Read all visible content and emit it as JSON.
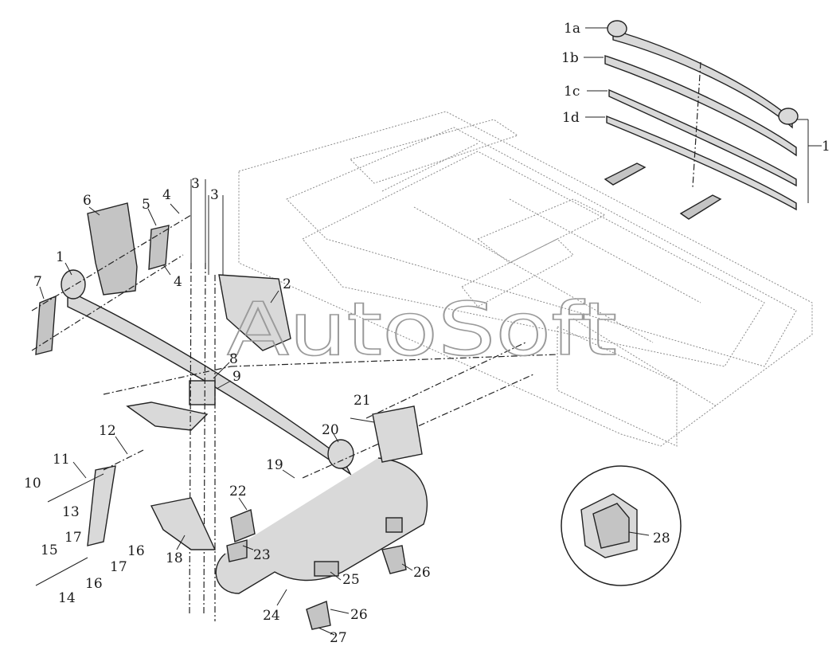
{
  "watermark": "AutoSoft",
  "callouts": {
    "l1a": "1a",
    "l1b": "1b",
    "l1c": "1c",
    "l1d": "1d",
    "l1r": "1",
    "l1": "1",
    "l2": "2",
    "l3a": "3",
    "l3b": "3",
    "l4a": "4",
    "l4b": "4",
    "l5": "5",
    "l6": "6",
    "l7": "7",
    "l8": "8",
    "l9": "9",
    "l10": "10",
    "l11": "11",
    "l12": "12",
    "l13": "13",
    "l14": "14",
    "l15": "15",
    "l16a": "16",
    "l16b": "16",
    "l17a": "17",
    "l17b": "17",
    "l18": "18",
    "l19": "19",
    "l20": "20",
    "l21": "21",
    "l22": "22",
    "l23": "23",
    "l24": "24",
    "l25": "25",
    "l26a": "26",
    "l26b": "26",
    "l27": "27",
    "l28": "28"
  }
}
